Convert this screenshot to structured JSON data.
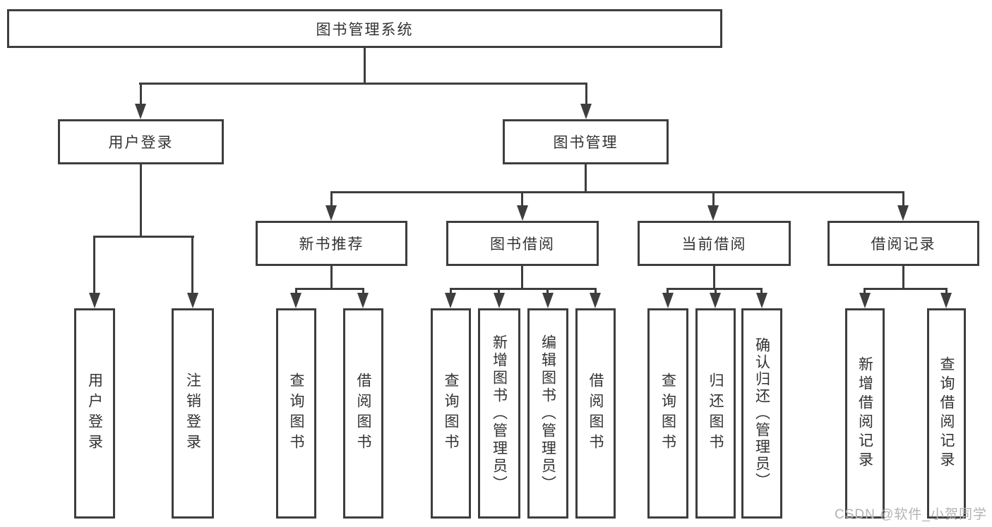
{
  "title": "图书管理系统",
  "watermark": "CSDN @软件_小贺同学",
  "colors": {
    "line": "#3e3e3e",
    "text": "#333333",
    "background": "#ffffff",
    "watermark": "#b3b3b3"
  },
  "tree": {
    "label": "图书管理系统",
    "children": [
      {
        "label": "用户登录",
        "children": [
          {
            "label": "用户登录"
          },
          {
            "label": "注销登录"
          }
        ]
      },
      {
        "label": "图书管理",
        "children": [
          {
            "label": "新书推荐",
            "children": [
              {
                "label": "查询图书"
              },
              {
                "label": "借阅图书"
              }
            ]
          },
          {
            "label": "图书借阅",
            "children": [
              {
                "label": "查询图书"
              },
              {
                "label": "新增图书（管理员）"
              },
              {
                "label": "编辑图书（管理员）"
              },
              {
                "label": "借阅图书"
              }
            ]
          },
          {
            "label": "当前借阅",
            "children": [
              {
                "label": "查询图书"
              },
              {
                "label": "归还图书"
              },
              {
                "label": "确认归还（管理员）"
              }
            ]
          },
          {
            "label": "借阅记录",
            "children": [
              {
                "label": "新增借阅记录"
              },
              {
                "label": "查询借阅记录"
              }
            ]
          }
        ]
      }
    ]
  }
}
